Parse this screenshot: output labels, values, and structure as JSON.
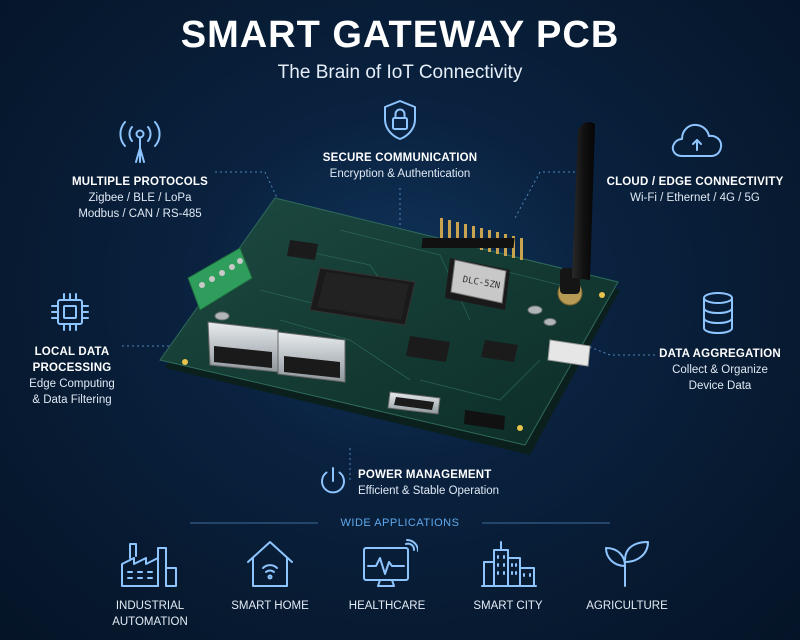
{
  "header": {
    "title": "SMART GATEWAY PCB",
    "subtitle": "The Brain of IoT Connectivity"
  },
  "features": {
    "secure": {
      "title": "SECURE COMMUNICATION",
      "lines": [
        "Encryption & Authentication"
      ],
      "icon": "shield-lock-icon"
    },
    "protocols": {
      "title": "MULTIPLE PROTOCOLS",
      "lines": [
        "Zigbee / BLE / LoPa",
        "Modbus / CAN / RS-485"
      ],
      "icon": "antenna-icon"
    },
    "cloud": {
      "title": "CLOUD / EDGE CONNECTIVITY",
      "lines": [
        "Wi-Fi / Ethernet / 4G / 5G"
      ],
      "icon": "cloud-icon"
    },
    "local": {
      "title_lines": [
        "LOCAL DATA",
        "PROCESSING"
      ],
      "lines": [
        "Edge Computing",
        "& Data Filtering"
      ],
      "icon": "chip-icon"
    },
    "aggregation": {
      "title": "DATA AGGREGATION",
      "lines": [
        "Collect & Organize",
        "Device Data"
      ],
      "icon": "database-icon"
    },
    "power": {
      "title": "POWER MANAGEMENT",
      "lines": [
        "Efficient & Stable Operation"
      ],
      "icon": "power-icon"
    }
  },
  "pcb": {
    "module_label": "DLC-5ZN"
  },
  "applications": {
    "heading": "WIDE APPLICATIONS",
    "items": [
      {
        "label_lines": [
          "INDUSTRIAL",
          "AUTOMATION"
        ],
        "icon": "factory-icon"
      },
      {
        "label_lines": [
          "SMART HOME"
        ],
        "icon": "smart-home-icon"
      },
      {
        "label_lines": [
          "HEALTHCARE"
        ],
        "icon": "heart-monitor-icon"
      },
      {
        "label_lines": [
          "SMART CITY"
        ],
        "icon": "city-icon"
      },
      {
        "label_lines": [
          "AGRICULTURE"
        ],
        "icon": "sprout-icon"
      }
    ]
  },
  "colors": {
    "accent": "#8ec5ff",
    "background": "#0a2240",
    "pcb": "#123a33"
  }
}
